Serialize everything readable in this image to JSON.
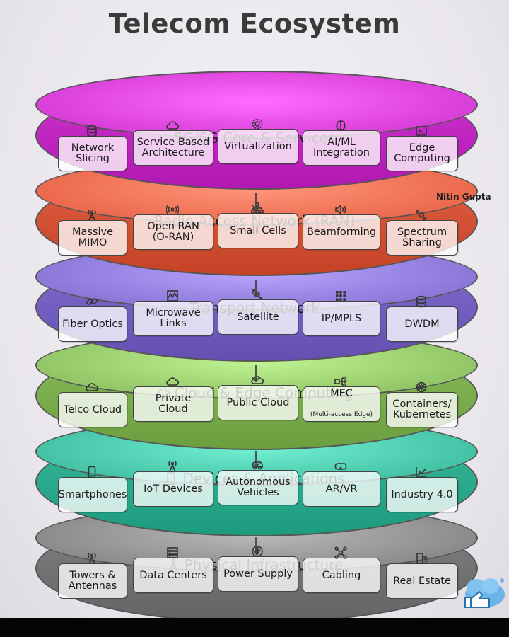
{
  "title": "Telecom Ecosystem",
  "credit": "Nitin Gupta",
  "layers": [
    {
      "name": "5G/6G Core & Services",
      "color": "#d93fd9",
      "items": [
        "Network\nSlicing",
        "Service Based\nArchitecture",
        "Virtualization",
        "AI/ML\nIntegration",
        "Edge\nComputing"
      ]
    },
    {
      "name": "Radio Access Network (RAN)",
      "color": "#ec6a4e",
      "items": [
        "Massive\nMIMO",
        "Open RAN\n(O-RAN)",
        "Small Cells",
        "Beamforming",
        "Spectrum\nSharing"
      ]
    },
    {
      "name": "Transport Network",
      "color": "#8b78d8",
      "items": [
        "Fiber Optics",
        "Microwave\nLinks",
        "Satellite",
        "IP/MPLS",
        "DWDM"
      ]
    },
    {
      "name": "Cloud & Edge Computing",
      "color": "#93c667",
      "items": [
        "Telco Cloud",
        "Private\nCloud",
        "Public Cloud",
        "MEC",
        "Containers/\nKubernetes"
      ],
      "note": "(Multi-access Edge)"
    },
    {
      "name": "Devices & Applications",
      "color": "#45c3a6",
      "items": [
        "Smartphones",
        "IoT Devices",
        "Autonomous\nVehicles",
        "AR/VR",
        "Industry 4.0"
      ]
    },
    {
      "name": "Physical Infrastructure",
      "color": "#8c8c8c",
      "items": [
        "Towers &\nAntennas",
        "Data Centers",
        "Power Supply",
        "Cabling",
        "Real Estate"
      ]
    }
  ]
}
